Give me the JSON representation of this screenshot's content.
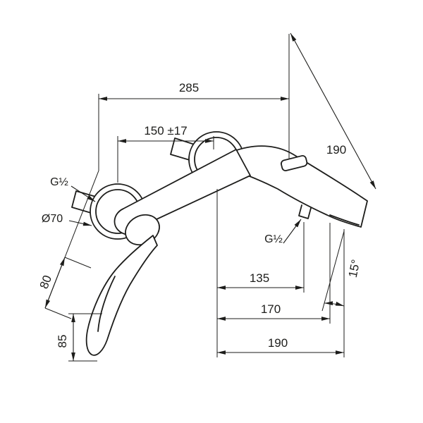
{
  "drawing": {
    "background": "#ffffff",
    "line_color": "#1d1d1b",
    "labels": {
      "dim_overall_width": "285",
      "dim_centers": "150 ±17",
      "dim_depth": "190",
      "thread_wall": "G½",
      "flange_diameter": "Ø70",
      "dim_handle_depth": "80",
      "dim_handle_height": "85",
      "thread_shower_outlet": "G½",
      "dim_spout_connection": "135",
      "dim_aerator": "170",
      "dim_spout_tip": "190",
      "spout_angle": "15°"
    }
  }
}
